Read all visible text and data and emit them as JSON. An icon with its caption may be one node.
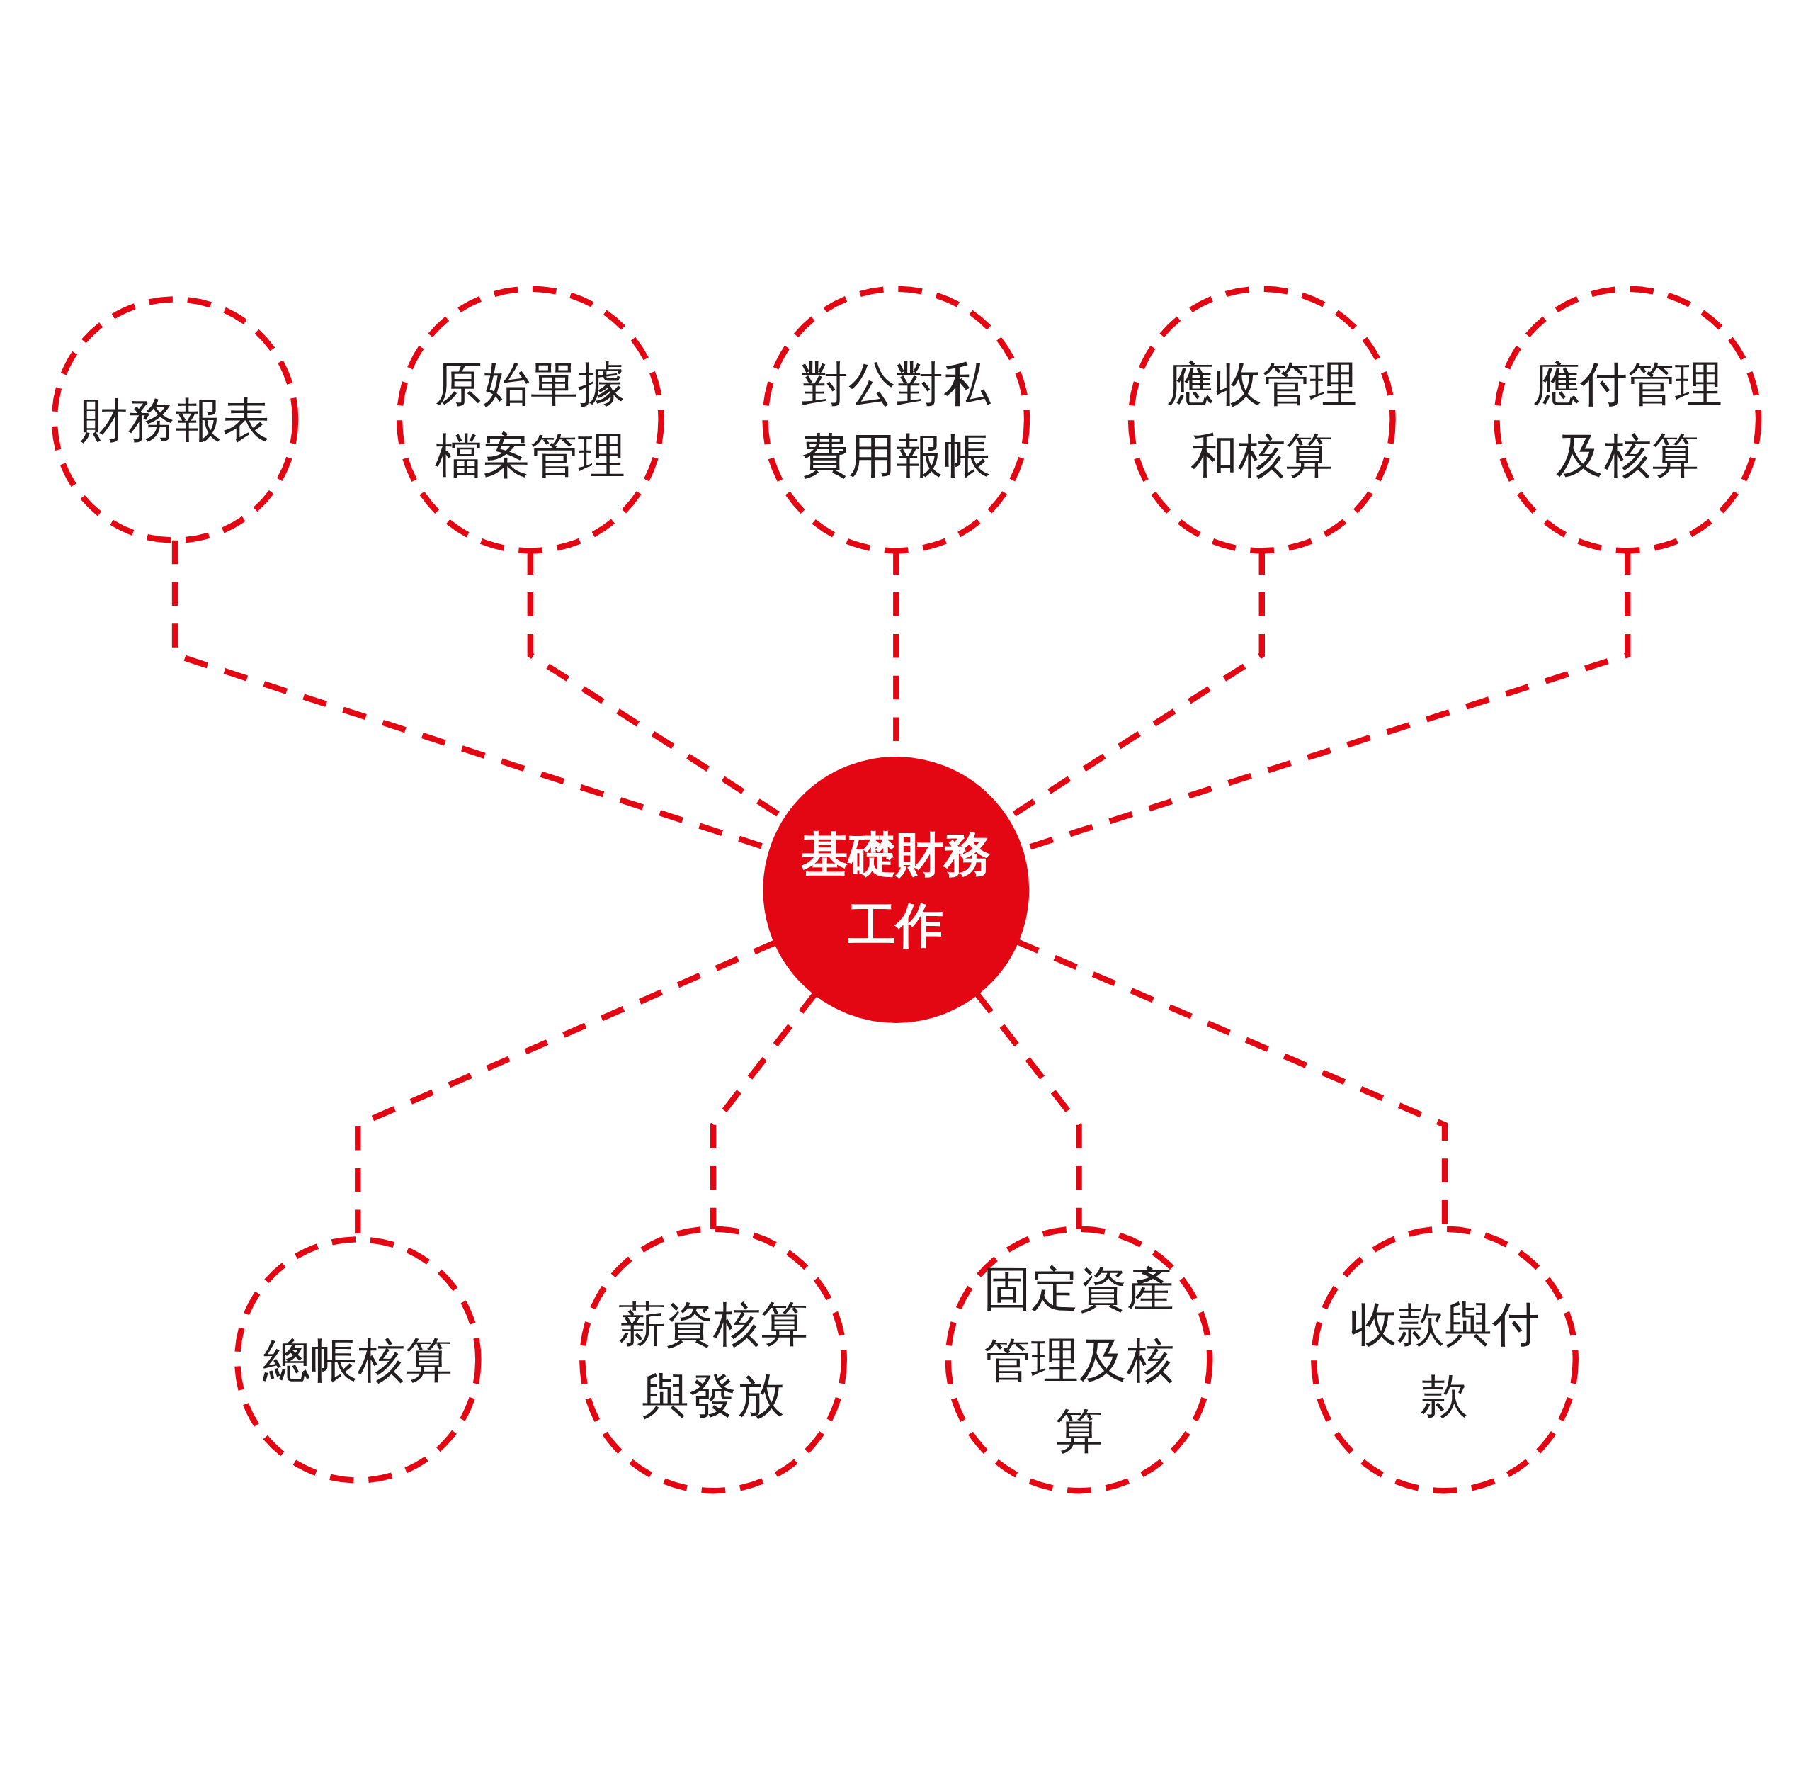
{
  "diagram": {
    "nodes": [
      {
        "text": [
          "基礎財務工作"
        ]
      },
      {
        "text": [
          "對公對私費用報帳"
        ]
      },
      {
        "text": [
          "應收管理和核算"
        ]
      },
      {
        "text": [
          "應付管理及核算"
        ]
      },
      {
        "text": [
          "收款與付款"
        ]
      },
      {
        "text": [
          "固定資產管理及核算"
        ]
      },
      {
        "text": [
          "薪資核算與發放"
        ]
      },
      {
        "text": [
          "總帳核算"
        ]
      },
      {
        "text": [
          "財務報表"
        ]
      },
      {
        "text": [
          "原始單據檔案管理"
        ]
      }
    ],
    "edges": [
      {
        "from": 8,
        "to": 0,
        "arrow": "none",
        "style": "dashed"
      },
      {
        "from": 9,
        "to": 0,
        "arrow": "none",
        "style": "dashed"
      },
      {
        "from": 1,
        "to": 0,
        "arrow": "none",
        "style": "dashed"
      },
      {
        "from": 2,
        "to": 0,
        "arrow": "none",
        "style": "dashed"
      },
      {
        "from": 3,
        "to": 0,
        "arrow": "none",
        "style": "dashed"
      },
      {
        "from": 0,
        "to": 7,
        "arrow": "none",
        "style": "dashed"
      },
      {
        "from": 0,
        "to": 6,
        "arrow": "none",
        "style": "dashed"
      },
      {
        "from": 0,
        "to": 5,
        "arrow": "none",
        "style": "dashed"
      },
      {
        "from": 0,
        "to": 4,
        "arrow": "none",
        "style": "dashed"
      }
    ]
  }
}
